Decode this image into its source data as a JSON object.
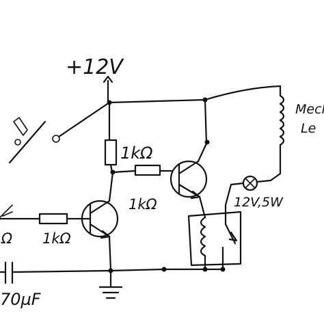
{
  "labels": {
    "supply": "+12V",
    "r_top": "1kΩ",
    "r_mid": "1kΩ",
    "r_left": "1kΩ",
    "r_left_partial": "Ω",
    "lamp": "12V,5W",
    "load_line1": "Mech",
    "load_line2": "Le",
    "capacitor": "70µF"
  }
}
